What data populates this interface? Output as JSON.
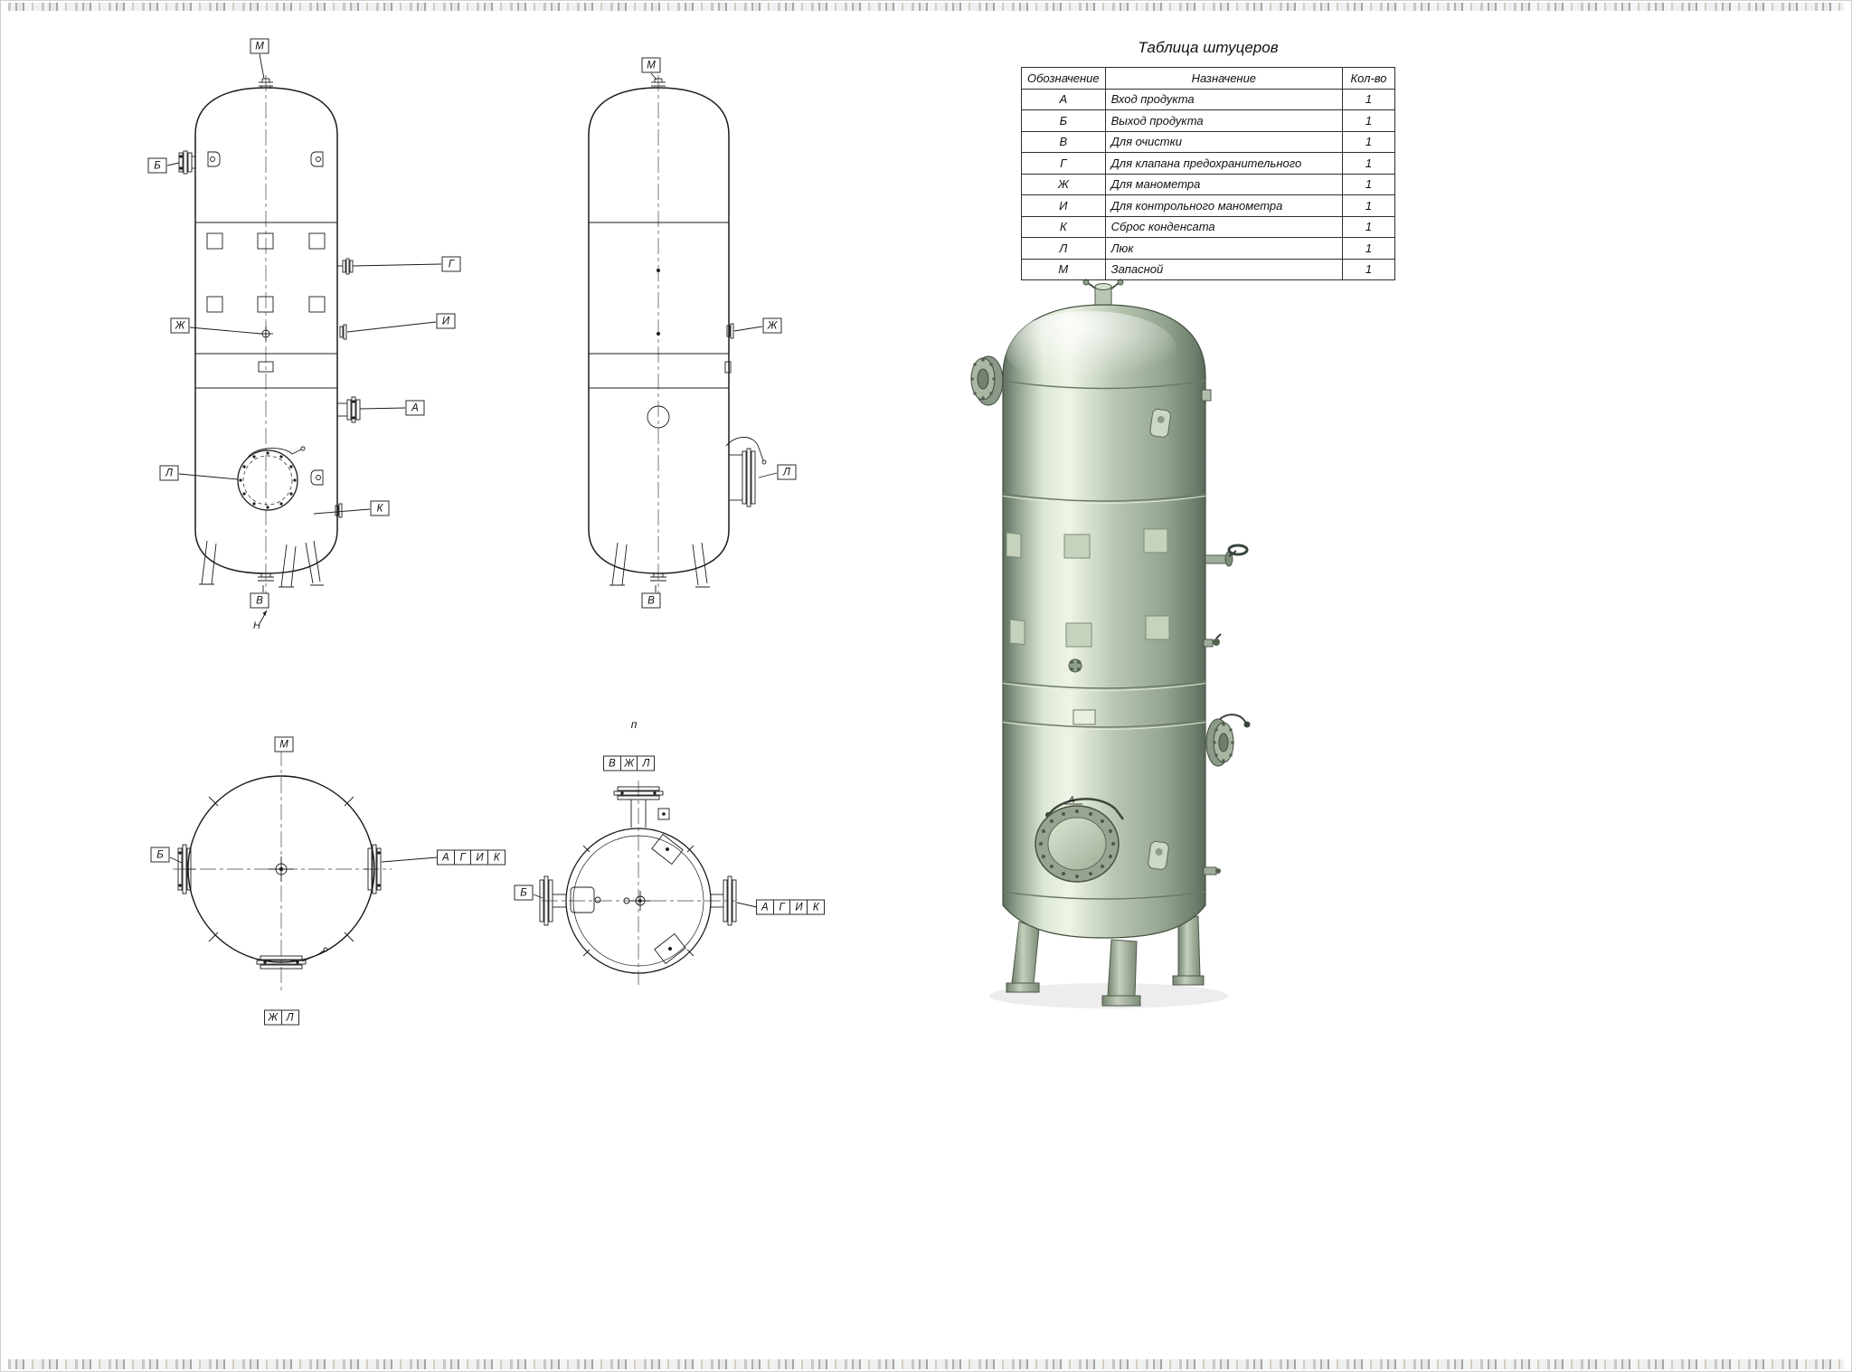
{
  "table": {
    "title": "Таблица штуцеров",
    "headers": [
      "Обозначение",
      "Назначение",
      "Кол-во"
    ],
    "rows": [
      [
        "А",
        "Вход продукта",
        "1"
      ],
      [
        "Б",
        "Выход продукта",
        "1"
      ],
      [
        "В",
        "Для очистки",
        "1"
      ],
      [
        "Г",
        "Для клапана предохранительного",
        "1"
      ],
      [
        "Ж",
        "Для манометра",
        "1"
      ],
      [
        "И",
        "Для контрольного манометра",
        "1"
      ],
      [
        "К",
        "Сброс конденсата",
        "1"
      ],
      [
        "Л",
        "Люк",
        "1"
      ],
      [
        "М",
        "Запасной",
        "1"
      ]
    ]
  },
  "callouts": {
    "front": {
      "m": "М",
      "b": "Б",
      "g": "Г",
      "zh": "Ж",
      "i": "И",
      "a": "А",
      "l": "Л",
      "k": "К",
      "v": "В",
      "n": "Н"
    },
    "side": {
      "m": "М",
      "zh": "Ж",
      "l": "Л",
      "v": "В"
    },
    "plan_top": {
      "m": "М",
      "b": "Б",
      "a": "А",
      "g": "Г",
      "i": "И",
      "k": "К",
      "zh": "Ж",
      "l": "Л"
    },
    "plan_bottom": {
      "view_label": "п",
      "v": "В",
      "zh": "Ж",
      "l": "Л",
      "b": "Б",
      "a": "А",
      "g": "Г",
      "i": "И",
      "k": "К"
    },
    "render": {
      "a": "А"
    }
  },
  "colors": {
    "line": "#1b1b1b",
    "vessel_highlight": "#eef4e6",
    "vessel_mid": "#b9c7b2",
    "vessel_dark": "#5f6e60"
  }
}
